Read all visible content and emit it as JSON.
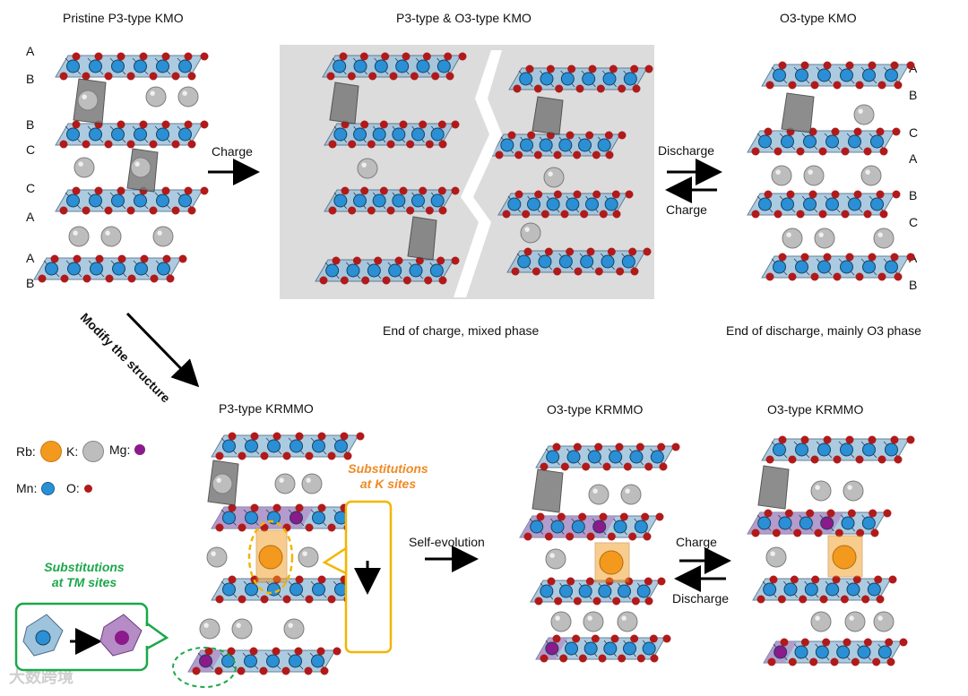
{
  "titles": {
    "pristine": "Pristine P3-type KMO",
    "mixed": "P3-type & O3-type KMO",
    "o3": "O3-type KMO",
    "p3_krmmo": "P3-type KRMMO",
    "o3_krmmo_1": "O3-type KRMMO",
    "o3_krmmo_2": "O3-type KRMMO"
  },
  "captions": {
    "end_charge": "End of charge, mixed phase",
    "end_discharge": "End of discharge, mainly O3 phase"
  },
  "arrows": {
    "charge": "Charge",
    "discharge": "Discharge",
    "charge_back": "Charge",
    "modify": "Modify the structure",
    "self_evolution": "Self-evolution",
    "charge2": "Charge",
    "discharge2": "Discharge"
  },
  "stacking_left": [
    "A",
    "B",
    "B",
    "C",
    "C",
    "A",
    "A",
    "B"
  ],
  "stacking_right": [
    "A",
    "B",
    "C",
    "A",
    "B",
    "C",
    "A",
    "B"
  ],
  "callouts": {
    "k_sites_line1": "Substitutions",
    "k_sites_line2": "at K sites",
    "tm_sites_line1": "Substitutions",
    "tm_sites_line2": "at TM sites"
  },
  "legend": {
    "rb": "Rb:",
    "k": "K:",
    "mg": "Mg:",
    "mn": "Mn:",
    "o": "O:"
  },
  "colors": {
    "mn": "#2b8fd6",
    "o": "#b11a1a",
    "k": "#bdbdbd",
    "rb": "#f39a1e",
    "mg": "#8b1a8b",
    "layer": "#9ec3dc",
    "mg_layer": "#b58cc6",
    "k_sites": "#f08a24",
    "tm_sites": "#1aa84a",
    "callout_k_border": "#f2b600",
    "callout_tm_border": "#1aa84a"
  },
  "watermark": "大数跨境"
}
